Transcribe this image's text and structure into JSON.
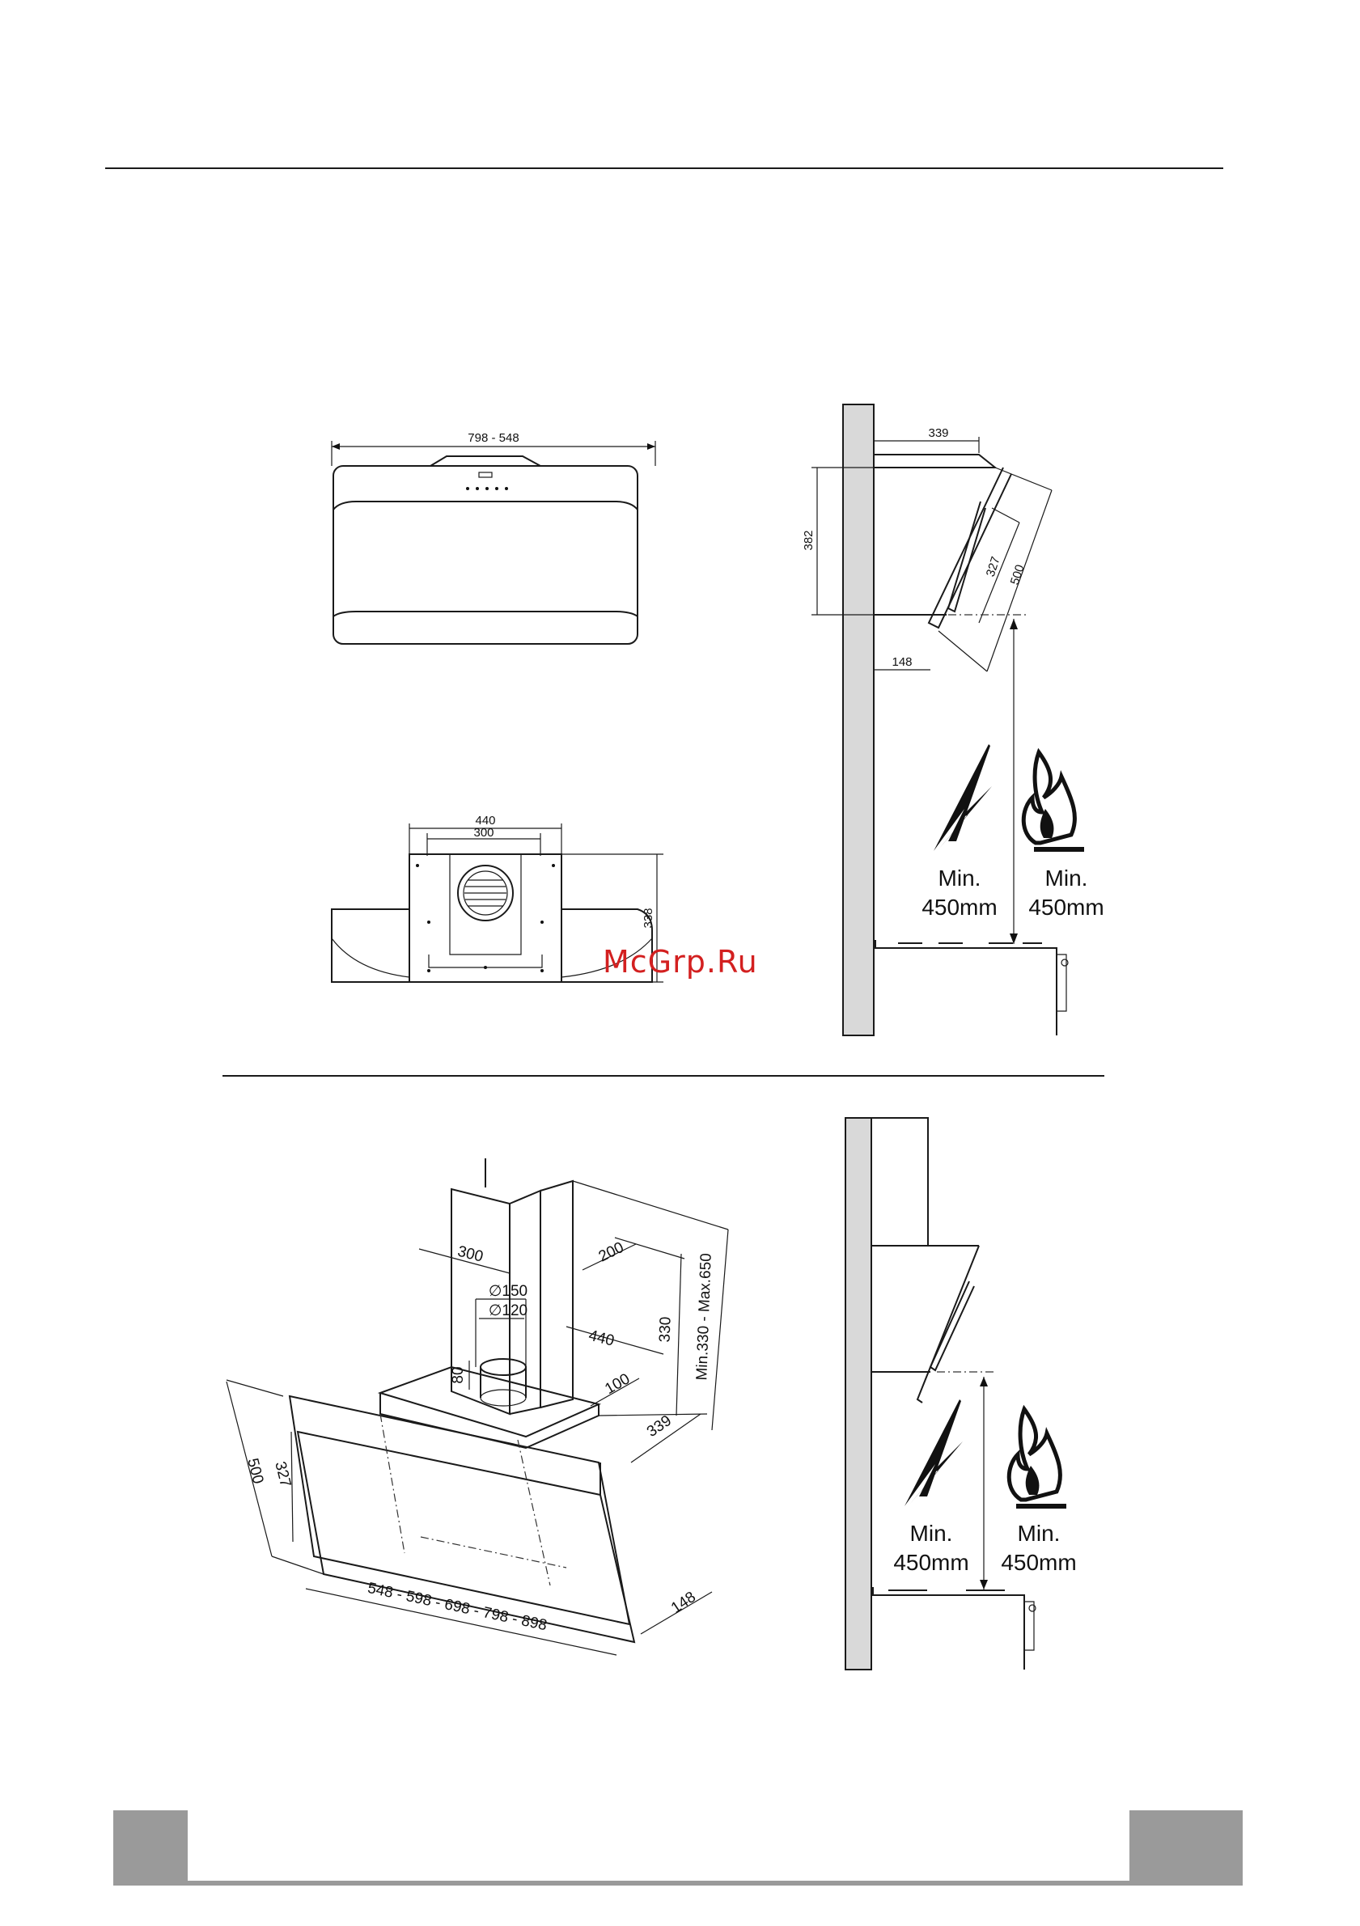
{
  "watermark": "McGrp.Ru",
  "front_view": {
    "width_dim": "798 - 548"
  },
  "side_view_top": {
    "depth_dim": "339",
    "height_dim": "382",
    "glass_dim_inner": "327",
    "glass_dim_outer": "500",
    "projection_dim": "148",
    "electric_label_1": "Min.",
    "electric_label_2": "450mm",
    "gas_label_1": "Min.",
    "gas_label_2": "450mm"
  },
  "top_view": {
    "outer_dim": "440",
    "inner_dim": "300",
    "height_dim": "338"
  },
  "iso_view": {
    "chimney_width": "300",
    "chimney_depth": "200",
    "outlet_outer": "150",
    "outlet_inner": "120",
    "collar_height": "80",
    "base_width": "440",
    "base_depth": "100",
    "chimney_height": "330",
    "chimney_range": "Min.330 - Max.650",
    "hood_depth": "339",
    "glass_outer": "500",
    "glass_inner": "327",
    "projection": "148",
    "widths": "548 - 598 - 698 - 798 - 898"
  },
  "side_view_bottom": {
    "electric_label_1": "Min.",
    "electric_label_2": "450mm",
    "gas_label_1": "Min.",
    "gas_label_2": "450mm"
  },
  "colors": {
    "line": "#1a1a1a",
    "watermark": "#d32020",
    "footer_block": "#9a9a9a",
    "wall": "#d9d9d9"
  }
}
